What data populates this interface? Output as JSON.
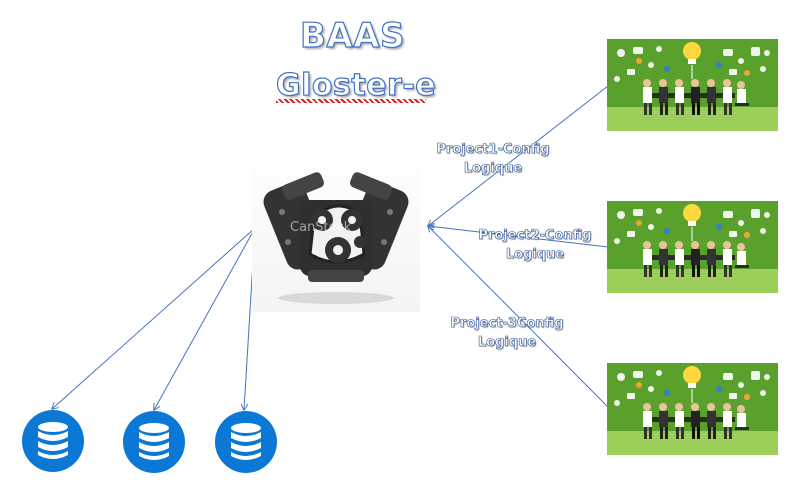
{
  "title": "BAAS",
  "subtitle": "Gloster-e",
  "engine": {
    "watermark": "CanStock"
  },
  "connections": [
    {
      "line1": "Project1-Config",
      "line2": "Logique"
    },
    {
      "line1": "Project2-Config",
      "line2": "Logique"
    },
    {
      "line1": "Project-3Config",
      "line2": "Logique"
    }
  ],
  "colors": {
    "title_outline": "#4472c4",
    "arrow": "#4472c4",
    "database": "#0a78d4",
    "team_background": "#5aa02c",
    "team_floor": "#9bcf5a",
    "engine": "#333333"
  },
  "icons": {
    "engine": "v8-engine-icon",
    "database": "database-icon",
    "team": "team-meeting-illustration"
  }
}
